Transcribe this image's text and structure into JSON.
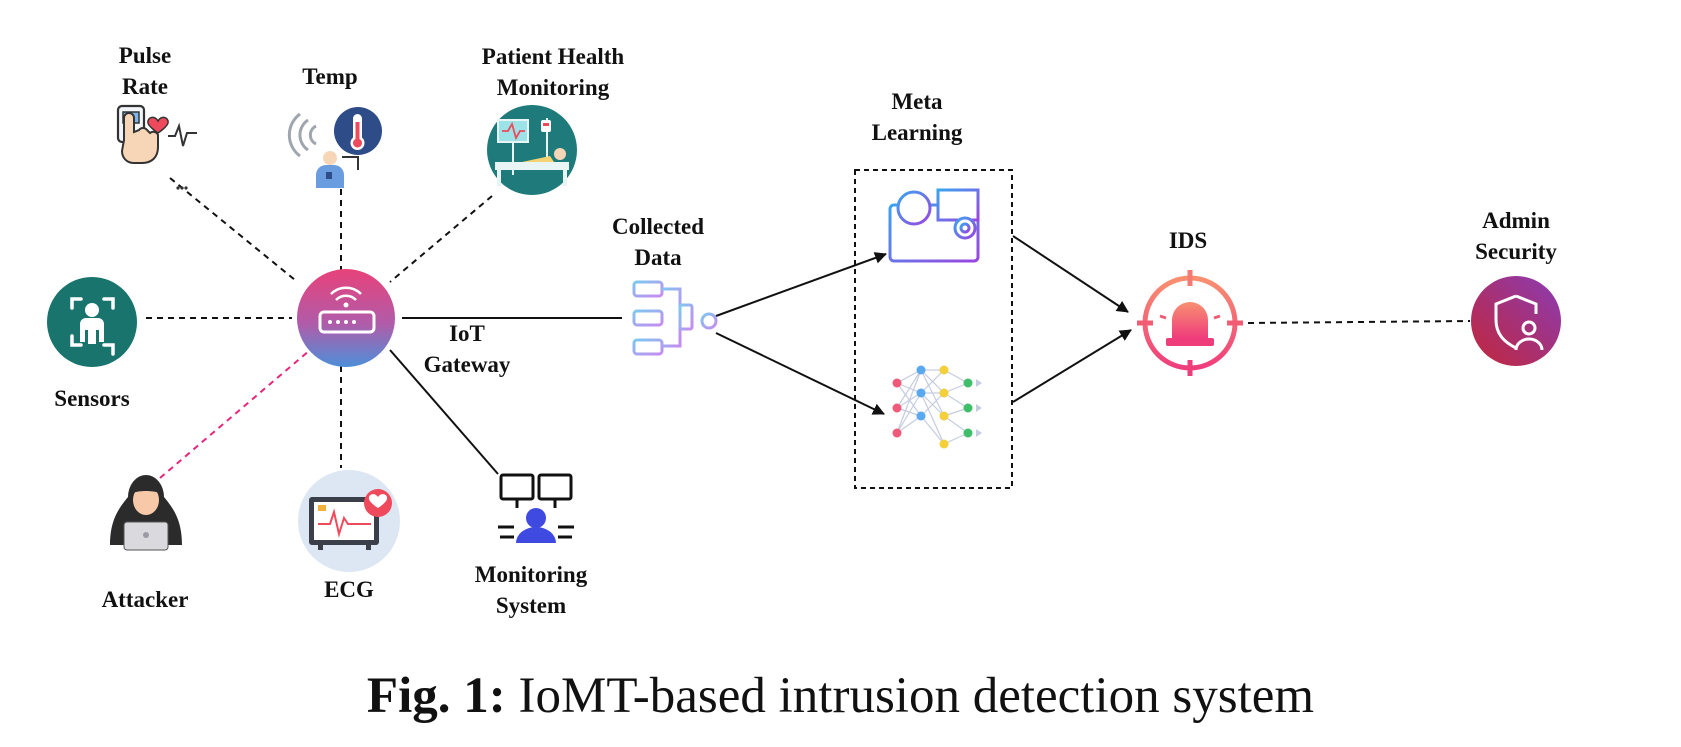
{
  "nodes": {
    "pulse_rate": [
      "Pulse",
      "Rate"
    ],
    "temp": "Temp",
    "patient_health": [
      "Patient Health",
      "Monitoring"
    ],
    "sensors": "Sensors",
    "attacker": "Attacker",
    "ecg": "ECG",
    "monitoring_system": [
      "Monitoring",
      "System"
    ],
    "iot_gateway": [
      "IoT",
      "Gateway"
    ],
    "collected_data": [
      "Collected",
      "Data"
    ],
    "meta_learning": [
      "Meta",
      "Learning"
    ],
    "ids": "IDS",
    "admin_security": [
      "Admin",
      "Security"
    ]
  },
  "caption": {
    "prefix": "Fig. 1:",
    "text": "IoMT-based intrusion detection system"
  },
  "colors": {
    "attack_link": "#e6267a",
    "gateway_gradient": [
      "#e8427a",
      "#4d8fd8"
    ],
    "sensors_circle": "#18746c",
    "ids": "#f25c73",
    "admin_gradient": [
      "#c2263a",
      "#8a3cb4"
    ]
  },
  "icons": {
    "pulse_rate": "pulse-oximeter-icon",
    "temp": "thermometer-icon",
    "patient_health": "patient-bed-icon",
    "sensors": "body-scan-icon",
    "attacker": "hacker-icon",
    "ecg": "ecg-monitor-icon",
    "monitoring_system": "workstation-icon",
    "iot_gateway": "router-icon",
    "collected_data": "data-hierarchy-icon",
    "meta_learning_1": "ai-idea-gear-icon",
    "meta_learning_2": "neural-network-icon",
    "ids": "alarm-siren-icon",
    "admin_security": "shield-user-icon"
  }
}
